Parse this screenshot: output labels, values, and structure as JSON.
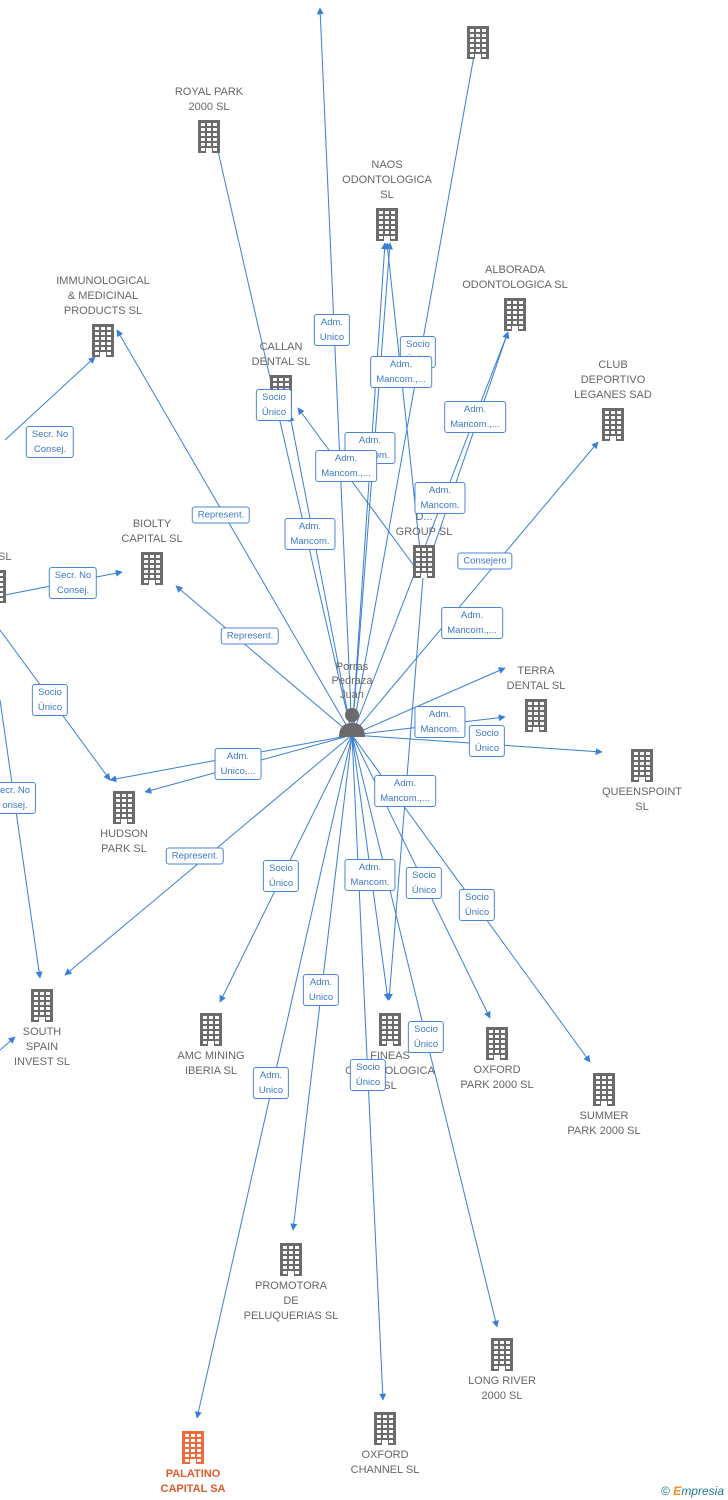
{
  "center_person": {
    "name": "Porras\nPedraza\nJuan"
  },
  "colors": {
    "edge": "#3a7fd5",
    "building": "#6b6b6b",
    "highlight": "#f26a3a"
  },
  "nodes": [
    {
      "id": "top-unnamed",
      "label": "",
      "icon": "building-icon"
    },
    {
      "id": "royal-park",
      "label": "ROYAL PARK\n2000  SL",
      "icon": "building-icon"
    },
    {
      "id": "naos",
      "label": "NAOS\nODONTOLOGICA\nSL",
      "icon": "building-icon"
    },
    {
      "id": "alborada",
      "label": "ALBORADA\nODONTOLOGICA SL",
      "icon": "building-icon"
    },
    {
      "id": "immunological",
      "label": "IMMUNOLOGICAL\n& MEDICINAL\nPRODUCTS SL",
      "icon": "building-icon"
    },
    {
      "id": "callan",
      "label": "CALLAN\nDENTAL SL",
      "icon": "building-icon"
    },
    {
      "id": "club-deportivo",
      "label": "CLUB\nDEPORTIVO\nLEGANES SAD",
      "icon": "building-icon"
    },
    {
      "id": "biolty",
      "label": "BIOLTY\nCAPITAL SL",
      "icon": "building-icon"
    },
    {
      "id": "d-group",
      "label": "D...\nGROUP  SL",
      "icon": "building-icon"
    },
    {
      "id": "terra",
      "label": "TERRA\nDENTAL SL",
      "icon": "building-icon"
    },
    {
      "id": "queenspoint",
      "label": "QUEENSPOINT\nSL",
      "icon": "building-icon"
    },
    {
      "id": "hudson",
      "label": "HUDSON\nPARK SL",
      "icon": "building-icon"
    },
    {
      "id": "south-spain",
      "label": "SOUTH\nSPAIN\nINVEST SL",
      "icon": "building-icon"
    },
    {
      "id": "amc-mining",
      "label": "AMC MINING\nIBERIA  SL",
      "icon": "building-icon"
    },
    {
      "id": "fineas",
      "label": "FINEAS\nODONTOLOGICA\nSL",
      "icon": "building-icon"
    },
    {
      "id": "oxford-park",
      "label": "OXFORD\nPARK 2000  SL",
      "icon": "building-icon"
    },
    {
      "id": "summer",
      "label": "SUMMER\nPARK 2000  SL",
      "icon": "building-icon"
    },
    {
      "id": "promotora",
      "label": "PROMOTORA\nDE\nPELUQUERIAS SL",
      "icon": "building-icon"
    },
    {
      "id": "long-river",
      "label": "LONG RIVER\n2000  SL",
      "icon": "building-icon"
    },
    {
      "id": "oxford-channel",
      "label": "OXFORD\nCHANNEL  SL",
      "icon": "building-icon"
    },
    {
      "id": "palatino",
      "label": "PALATINO\nCAPITAL SA",
      "icon": "building-icon",
      "highlight": true
    },
    {
      "id": "left-partial-1",
      "label": "S\n...S SL",
      "icon": "building-icon"
    }
  ],
  "badges": [
    {
      "text": "Adm.\nUnico"
    },
    {
      "text": "Socio\nÚnico"
    },
    {
      "text": "Adm.\nMancom.,..."
    },
    {
      "text": "Socio\nÚnico"
    },
    {
      "text": "Adm.\nMancom.,..."
    },
    {
      "text": "Adm.\nMancom."
    },
    {
      "text": "Adm.\nMancom.,..."
    },
    {
      "text": "Adm.\nMancom."
    },
    {
      "text": "Adm.\nMancom."
    },
    {
      "text": "Secr.  No\nConsej."
    },
    {
      "text": "Represent."
    },
    {
      "text": "Secr.  No\nConsej."
    },
    {
      "text": "Consejero"
    },
    {
      "text": "Represent."
    },
    {
      "text": "Adm.\nMancom.,..."
    },
    {
      "text": "Socio\nÚnico"
    },
    {
      "text": "Adm.\nMancom."
    },
    {
      "text": "Socio\nÚnico"
    },
    {
      "text": "Adm.\nUnico,..."
    },
    {
      "text": "Adm.\nMancom.,..."
    },
    {
      "text": "ecr.  No\nonsej."
    },
    {
      "text": "Represent."
    },
    {
      "text": "Socio\nÚnico"
    },
    {
      "text": "Adm.\nMancom."
    },
    {
      "text": "Socio\nÚnico"
    },
    {
      "text": "Socio\nÚnico"
    },
    {
      "text": "Adm.\nUnico"
    },
    {
      "text": "Socio\nÚnico"
    },
    {
      "text": "Socio\nÚnico"
    },
    {
      "text": "Adm.\nUnico"
    }
  ],
  "footer": {
    "copyright": "©",
    "brand_initial": "E",
    "brand_rest": "mpresia"
  }
}
